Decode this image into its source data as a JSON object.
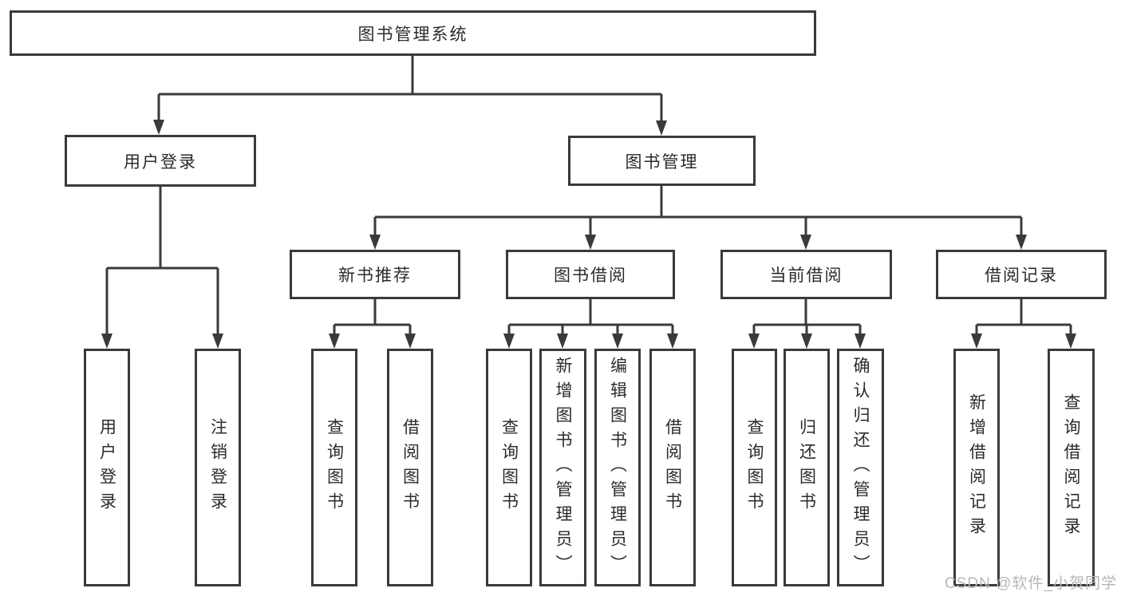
{
  "diagram": {
    "type": "hierarchy-tree",
    "watermark": "CSDN @软件_小贺同学",
    "colors": {
      "line": "#3a3a3a",
      "box_border": "#3a3a3a",
      "text": "#2b2b2b",
      "watermark": "#b7b7bb",
      "background": "#ffffff"
    },
    "nodes": {
      "root": {
        "label": "图书管理系统"
      },
      "user_login": {
        "label": "用户登录"
      },
      "book_mgmt": {
        "label": "图书管理"
      },
      "new_book_rec": {
        "label": "新书推荐"
      },
      "book_borrow": {
        "label": "图书借阅"
      },
      "current_borrow": {
        "label": "当前借阅"
      },
      "borrow_record": {
        "label": "借阅记录"
      },
      "leaf_user_login": {
        "label": "用户登录"
      },
      "leaf_logout": {
        "label": "注销登录"
      },
      "leaf_query_book_1": {
        "label": "查询图书"
      },
      "leaf_borrow_book_1": {
        "label": "借阅图书"
      },
      "leaf_query_book_2": {
        "label": "查询图书"
      },
      "leaf_add_book": {
        "label": "新增图书（管理员）"
      },
      "leaf_edit_book": {
        "label": "编辑图书（管理员）"
      },
      "leaf_borrow_book_2": {
        "label": "借阅图书"
      },
      "leaf_query_book_3": {
        "label": "查询图书"
      },
      "leaf_return_book": {
        "label": "归还图书"
      },
      "leaf_confirm_return": {
        "label": "确认归还（管理员）"
      },
      "leaf_add_record": {
        "label": "新增借阅记录"
      },
      "leaf_query_record": {
        "label": "查询借阅记录"
      }
    },
    "edges": [
      [
        "root",
        "user_login"
      ],
      [
        "root",
        "book_mgmt"
      ],
      [
        "user_login",
        "leaf_user_login"
      ],
      [
        "user_login",
        "leaf_logout"
      ],
      [
        "book_mgmt",
        "new_book_rec"
      ],
      [
        "book_mgmt",
        "book_borrow"
      ],
      [
        "book_mgmt",
        "current_borrow"
      ],
      [
        "book_mgmt",
        "borrow_record"
      ],
      [
        "new_book_rec",
        "leaf_query_book_1"
      ],
      [
        "new_book_rec",
        "leaf_borrow_book_1"
      ],
      [
        "book_borrow",
        "leaf_query_book_2"
      ],
      [
        "book_borrow",
        "leaf_add_book"
      ],
      [
        "book_borrow",
        "leaf_edit_book"
      ],
      [
        "book_borrow",
        "leaf_borrow_book_2"
      ],
      [
        "current_borrow",
        "leaf_query_book_3"
      ],
      [
        "current_borrow",
        "leaf_return_book"
      ],
      [
        "current_borrow",
        "leaf_confirm_return"
      ],
      [
        "borrow_record",
        "leaf_add_record"
      ],
      [
        "borrow_record",
        "leaf_query_record"
      ]
    ]
  }
}
